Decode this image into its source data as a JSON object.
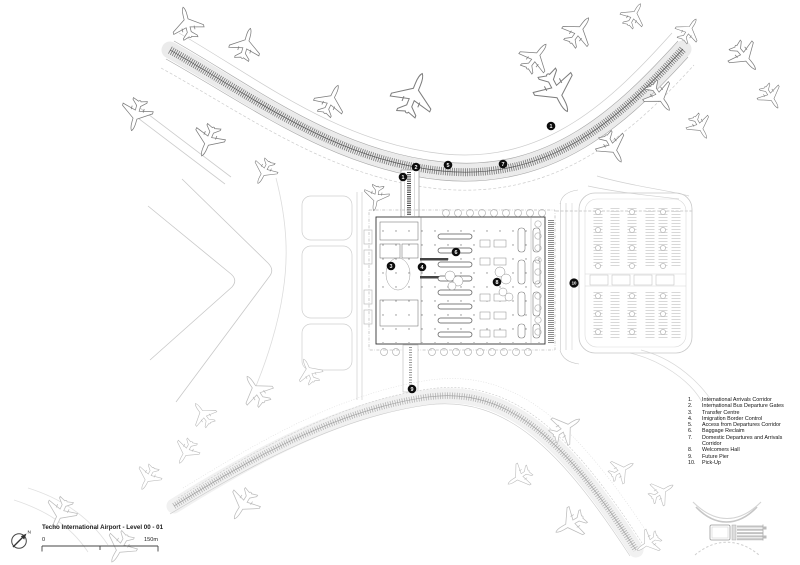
{
  "document": {
    "title": "Techo International Airport  - Level 00 - 01",
    "scale_bar": {
      "start": "0",
      "end": "150m"
    },
    "north": "N"
  },
  "legend": {
    "items": [
      {
        "n": "1.",
        "t": "International Arrivals Corridor"
      },
      {
        "n": "2.",
        "t": "International Bus Departure Gates"
      },
      {
        "n": "3.",
        "t": "Transfer Centre"
      },
      {
        "n": "4.",
        "t": "Imigration Border Control"
      },
      {
        "n": "5.",
        "t": "Access from Departures Corridor"
      },
      {
        "n": "6.",
        "t": "Baggage Reclaim"
      },
      {
        "n": "7.",
        "t": "Domestic Departures and Arrivals Corridor"
      },
      {
        "n": "8.",
        "t": "Welcomers Hall"
      },
      {
        "n": "9.",
        "t": "Future Pier"
      },
      {
        "n": "10.",
        "t": "Pick-Up"
      }
    ]
  },
  "markers": [
    "1",
    "2",
    "5",
    "7",
    "1",
    "3",
    "4",
    "6",
    "8",
    "10",
    "9"
  ],
  "colors": {
    "ink": "#333333",
    "line_light": "#c9c9c9",
    "marker_fill": "#0d0d0d"
  }
}
